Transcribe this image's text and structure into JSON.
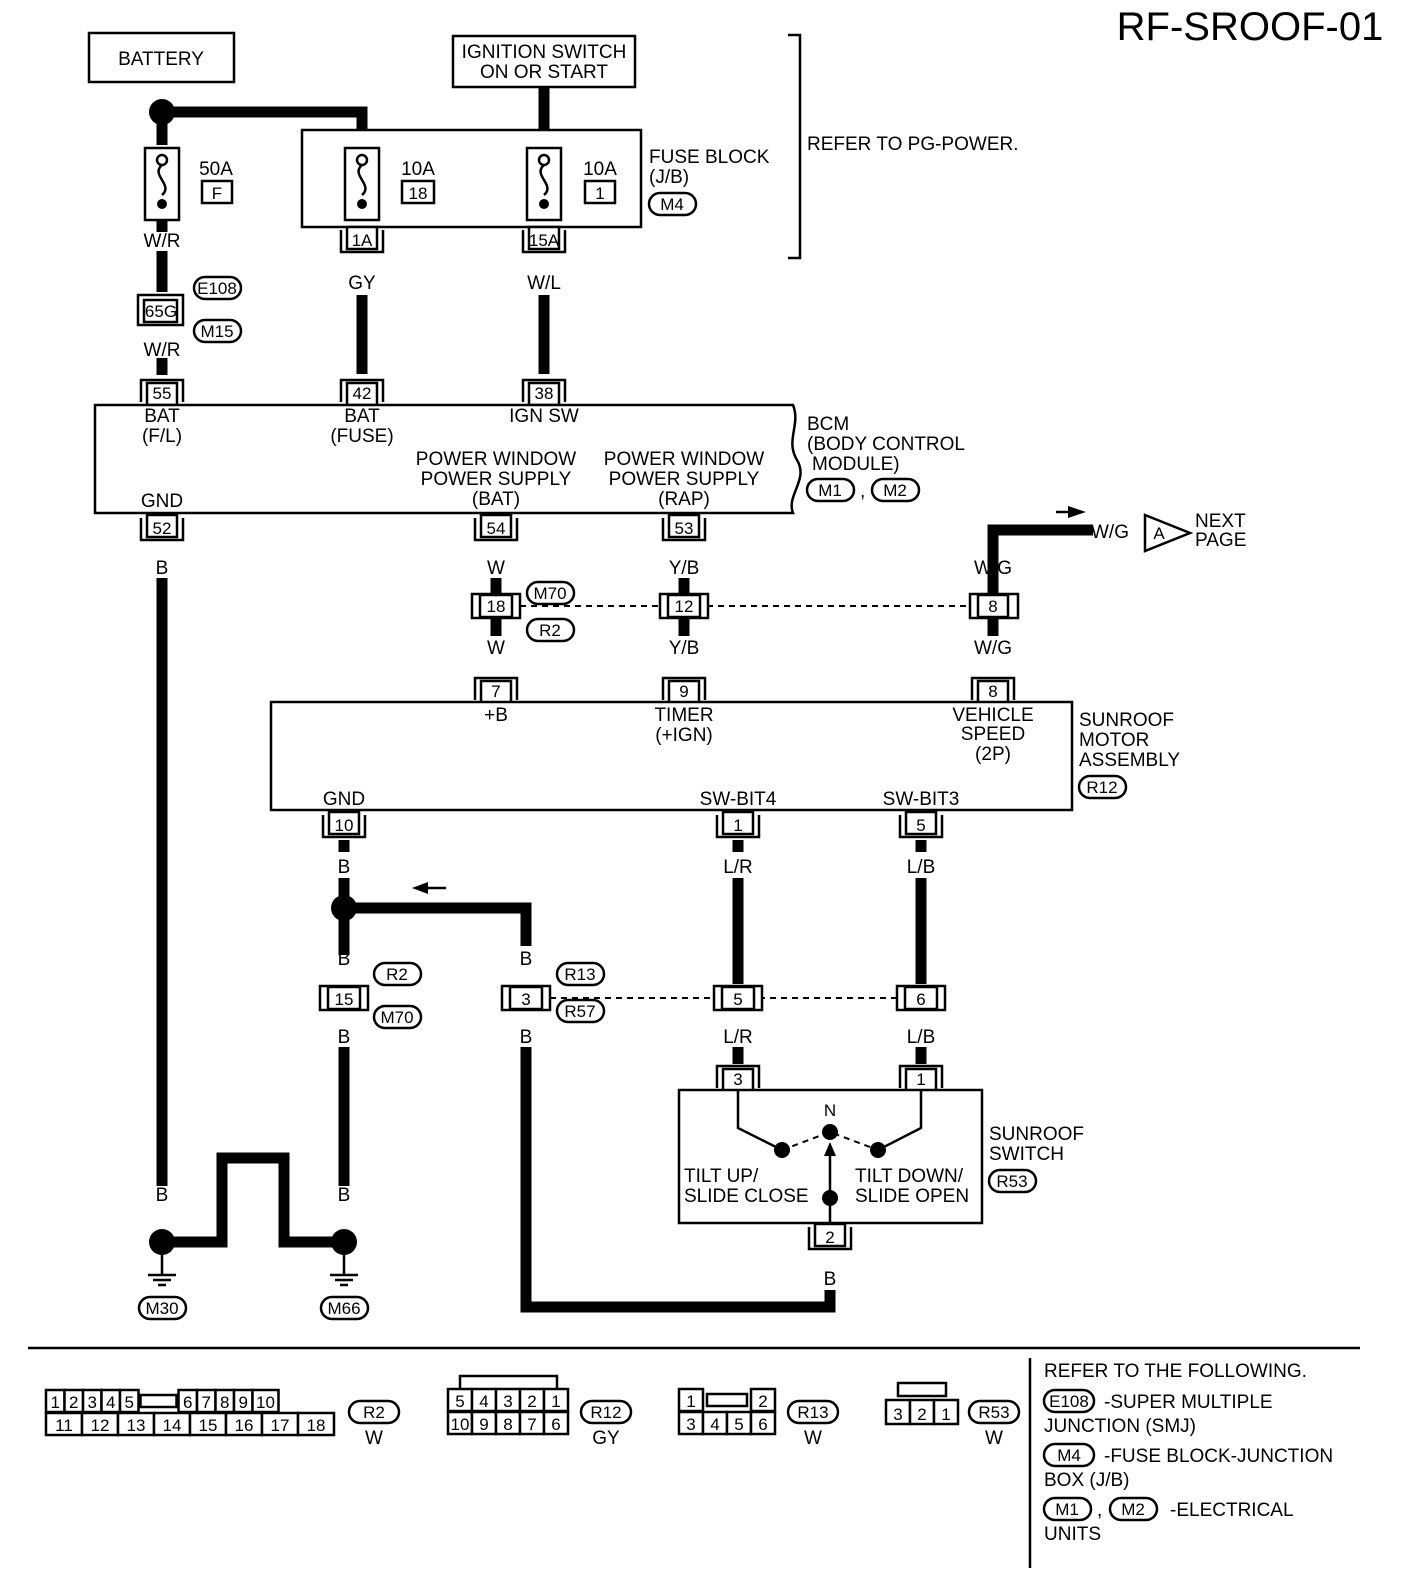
{
  "header": {
    "page_code": "RF-SROOF-01"
  },
  "sources": {
    "battery": "BATTERY",
    "ignition_l1": "IGNITION SWITCH",
    "ignition_l2": "ON OR START"
  },
  "refer_note": "REFER TO PG-POWER.",
  "fuses": {
    "main": {
      "rating": "50A",
      "id": "F"
    },
    "f18": {
      "rating": "10A",
      "id": "18"
    },
    "f1": {
      "rating": "10A",
      "id": "1"
    },
    "block_l1": "FUSE BLOCK",
    "block_l2": "(J/B)",
    "block_conn": "M4"
  },
  "wire_colors": {
    "wr": "W/R",
    "gy": "GY",
    "wl": "W/L",
    "b": "B",
    "w": "W",
    "yb": "Y/B",
    "wg": "W/G",
    "lr": "L/R",
    "lb": "L/B"
  },
  "pins": {
    "p1a": "1A",
    "p15a": "15A",
    "p65g": "65G",
    "p55": "55",
    "p42": "42",
    "p38": "38",
    "p52": "52",
    "p54": "54",
    "p53": "53",
    "p18": "18",
    "p12": "12",
    "p8": "8",
    "p7": "7",
    "p9": "9",
    "p10": "10",
    "p1": "1",
    "p5": "5",
    "p15": "15",
    "p3": "3",
    "p6": "6",
    "p2": "2"
  },
  "connectors": {
    "e108": "E108",
    "m15": "M15",
    "m70": "M70",
    "r2": "R2",
    "r13": "R13",
    "r57": "R57",
    "m1": "M1",
    "m2": "M2",
    "r12": "R12",
    "r53": "R53",
    "m30": "M30",
    "m66": "M66"
  },
  "bcm": {
    "bat_fl_1": "BAT",
    "bat_fl_2": "(F/L)",
    "bat_fuse_1": "BAT",
    "bat_fuse_2": "(FUSE)",
    "ign": "IGN SW",
    "gnd": "GND",
    "pwbat_1": "POWER WINDOW",
    "pwbat_2": "POWER SUPPLY",
    "pwbat_3": "(BAT)",
    "pwrap_1": "POWER WINDOW",
    "pwrap_2": "POWER SUPPLY",
    "pwrap_3": "(RAP)",
    "name_1": "BCM",
    "name_2": "(BODY CONTROL",
    "name_3": "MODULE)"
  },
  "motor": {
    "plus_b": "+B",
    "timer_1": "TIMER",
    "timer_2": "(+IGN)",
    "vs_1": "VEHICLE",
    "vs_2": "SPEED",
    "vs_3": "(2P)",
    "gnd": "GND",
    "swbit4": "SW-BIT4",
    "swbit3": "SW-BIT3",
    "name_1": "SUNROOF",
    "name_2": "MOTOR",
    "name_3": "ASSEMBLY"
  },
  "switch": {
    "n": "N",
    "tilt_up_1": "TILT UP/",
    "tilt_up_2": "SLIDE CLOSE",
    "tilt_down_1": "TILT DOWN/",
    "tilt_down_2": "SLIDE OPEN",
    "name_1": "SUNROOF",
    "name_2": "SWITCH"
  },
  "next_page": {
    "marker": "A",
    "label_1": "NEXT",
    "label_2": "PAGE"
  },
  "legend": {
    "r2": {
      "id": "R2",
      "color": "W",
      "row1": [
        "1",
        "2",
        "3",
        "4",
        "5",
        "6",
        "7",
        "8",
        "9",
        "10"
      ],
      "row2": [
        "11",
        "12",
        "13",
        "14",
        "15",
        "16",
        "17",
        "18"
      ]
    },
    "r12": {
      "id": "R12",
      "color": "GY",
      "row1": [
        "5",
        "4",
        "3",
        "2",
        "1"
      ],
      "row2": [
        "10",
        "9",
        "8",
        "7",
        "6"
      ]
    },
    "r13": {
      "id": "R13",
      "color": "W",
      "row1": [
        "1",
        "2"
      ],
      "row2": [
        "3",
        "4",
        "5",
        "6"
      ]
    },
    "r53": {
      "id": "R53",
      "color": "W",
      "row1": [
        "3",
        "2",
        "1"
      ]
    },
    "refer": {
      "title": "REFER TO THE FOLLOWING.",
      "e108_conn": "E108",
      "e108_l1": "-SUPER MULTIPLE",
      "e108_l2": "JUNCTION (SMJ)",
      "m4_conn": "M4",
      "m4_l1": "-FUSE BLOCK-JUNCTION",
      "m4_l2": "BOX (J/B)",
      "m1_conn": "M1",
      "m2_conn": "M2",
      "m_l1": "-ELECTRICAL",
      "m_l2": "UNITS"
    }
  }
}
